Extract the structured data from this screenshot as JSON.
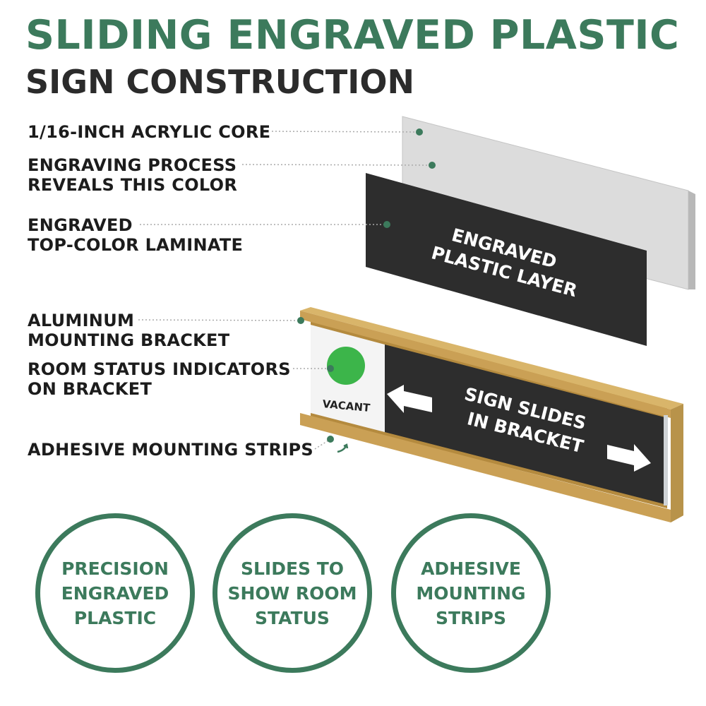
{
  "title": {
    "line1": "SLIDING ENGRAVED PLASTIC",
    "line2": "SIGN CONSTRUCTION"
  },
  "callouts": [
    {
      "line1": "1/16-INCH ACRYLIC CORE",
      "line2": ""
    },
    {
      "line1": "ENGRAVING PROCESS",
      "line2": "REVEALS THIS COLOR"
    },
    {
      "line1": "ENGRAVED",
      "line2": "TOP-COLOR LAMINATE"
    },
    {
      "line1": "ALUMINUM",
      "line2": "MOUNTING BRACKET"
    },
    {
      "line1": "ROOM STATUS INDICATORS",
      "line2": "ON BRACKET"
    },
    {
      "line1": "ADHESIVE MOUNTING STRIPS",
      "line2": ""
    }
  ],
  "plate_text": {
    "line1": "ENGRAVED",
    "line2": "PLASTIC LAYER"
  },
  "insert_text": {
    "line1": "SIGN SLIDES",
    "line2": "IN BRACKET"
  },
  "status_label": "VACANT",
  "features": [
    {
      "text": "PRECISION\nENGRAVED\nPLASTIC"
    },
    {
      "text": "SLIDES TO\nSHOW ROOM\nSTATUS"
    },
    {
      "text": "ADHESIVE\nMOUNTING\nSTRIPS"
    }
  ],
  "colors": {
    "brand_green": "#3c7a5c",
    "title_dark": "#2b2b2b",
    "laminate": "#2d2d2d",
    "acrylic_core": "#dcdcdc",
    "bracket_gold": "#caa055",
    "vacant_green": "#3cb54a"
  }
}
